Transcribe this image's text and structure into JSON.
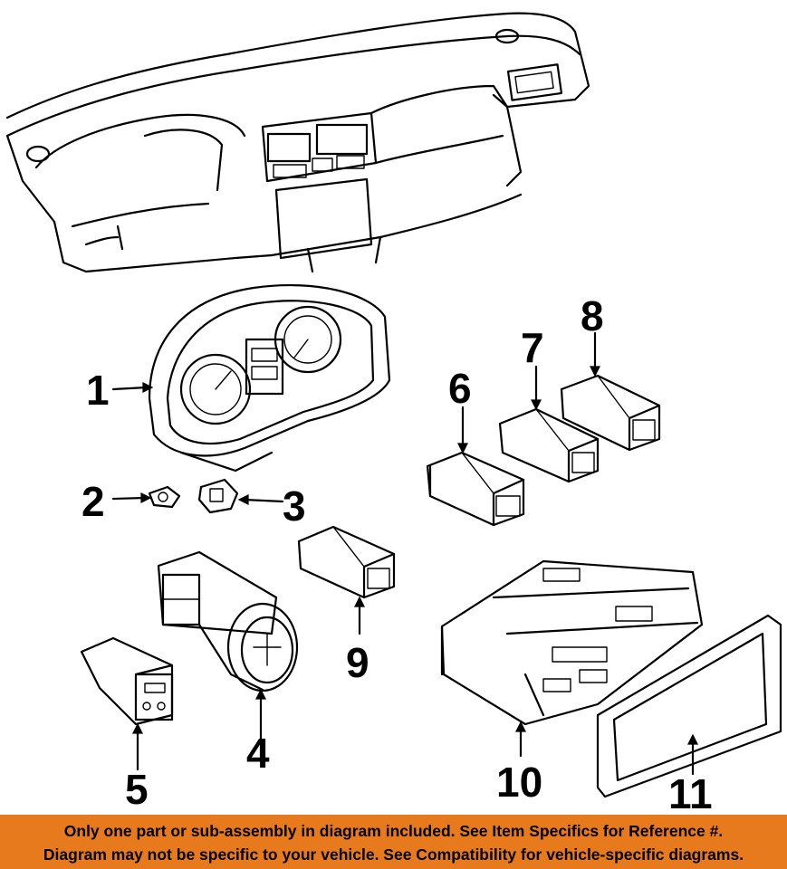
{
  "callouts": {
    "c1": "1",
    "c2": "2",
    "c3": "3",
    "c4": "4",
    "c5": "5",
    "c6": "6",
    "c7": "7",
    "c8": "8",
    "c9": "9",
    "c10": "10",
    "c11": "11"
  },
  "disclaimer": {
    "line1": "Only one part or sub-assembly in diagram included. See Item Specifics for Reference #.",
    "line2": "Diagram may not be specific to your vehicle. See Compatibility for vehicle-specific diagrams."
  },
  "colors": {
    "banner": "#e87a1e",
    "ink": "#000000",
    "background": "#ffffff"
  }
}
